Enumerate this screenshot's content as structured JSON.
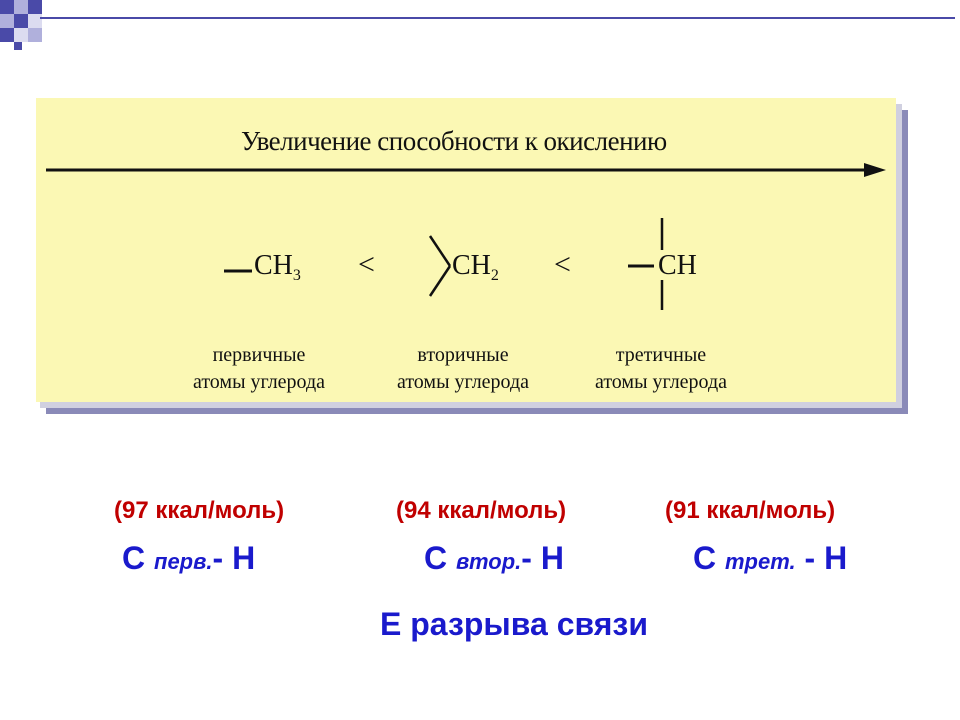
{
  "panel": {
    "title": "Увеличение способности к окислению",
    "groups": [
      {
        "formula": "CH",
        "subscript": "3",
        "caption_line1": "первичные",
        "caption_line2": "атомы углерода"
      },
      {
        "formula": "CH",
        "subscript": "2",
        "caption_line1": "вторичные",
        "caption_line2": "атомы углерода"
      },
      {
        "formula": "CH",
        "subscript": "",
        "caption_line1": "третичные",
        "caption_line2": "атомы углерода"
      }
    ],
    "comparator": "<"
  },
  "energies": [
    "(97 ккал/моль)",
    "(94 ккал/моль)",
    "(91 ккал/моль)"
  ],
  "bonds": [
    {
      "c": "С",
      "type": "перв.",
      "h": "- Н"
    },
    {
      "c": "С",
      "type": "втор.",
      "h": "- Н"
    },
    {
      "c": "С",
      "type": "трет.",
      "h": " - Н"
    }
  ],
  "footer": "Е разрыва связи",
  "colors": {
    "energy": "#c00000",
    "bond": "#1a1acc",
    "panel_bg": "#fbf8b4"
  }
}
